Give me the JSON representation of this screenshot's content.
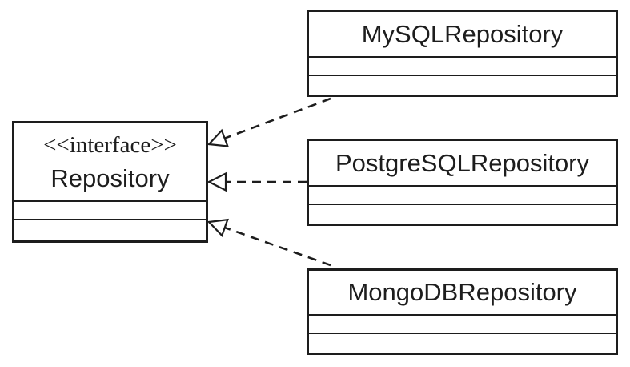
{
  "diagram": {
    "type": "uml-class-diagram",
    "interface": {
      "stereotype": "<<interface>>",
      "name": "Repository",
      "attributes": [],
      "operations": []
    },
    "classes": [
      {
        "name": "MySQLRepository",
        "attributes": [],
        "operations": []
      },
      {
        "name": "PostgreSQLRepository",
        "attributes": [],
        "operations": []
      },
      {
        "name": "MongoDBRepository",
        "attributes": [],
        "operations": []
      }
    ],
    "relationships": [
      {
        "from": "MySQLRepository",
        "to": "Repository",
        "type": "realization",
        "line_style": "dashed",
        "arrowhead": "hollow-triangle"
      },
      {
        "from": "PostgreSQLRepository",
        "to": "Repository",
        "type": "realization",
        "line_style": "dashed",
        "arrowhead": "hollow-triangle"
      },
      {
        "from": "MongoDBRepository",
        "to": "Repository",
        "type": "realization",
        "line_style": "dashed",
        "arrowhead": "hollow-triangle"
      }
    ],
    "colors": {
      "stroke": "#1d1d1d",
      "background": "#ffffff"
    }
  }
}
